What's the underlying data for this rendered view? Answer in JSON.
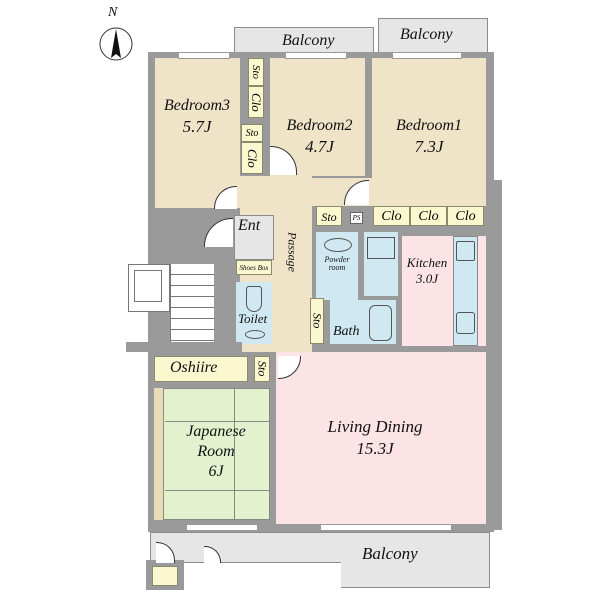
{
  "compass": {
    "label": "N"
  },
  "rooms": {
    "balcony_top_left": {
      "name": "Balcony"
    },
    "balcony_top_right": {
      "name": "Balcony"
    },
    "balcony_bottom": {
      "name": "Balcony"
    },
    "bedroom3": {
      "name": "Bedroom3",
      "size": "5.7J"
    },
    "bedroom2": {
      "name": "Bedroom2",
      "size": "4.7J"
    },
    "bedroom1": {
      "name": "Bedroom1",
      "size": "7.3J"
    },
    "kitchen": {
      "name": "Kitchen",
      "size": "3.0J"
    },
    "living_dining": {
      "name": "Living Dining",
      "size": "15.3J"
    },
    "japanese_room": {
      "name": "Japanese",
      "name2": "Room",
      "size": "6J"
    },
    "entrance": {
      "name": "Ent"
    },
    "shoes_box": {
      "name": "Shoes Box"
    },
    "passage": {
      "name": "Passage"
    },
    "powder_room": {
      "name": "Powder",
      "name2": "room"
    },
    "toilet": {
      "name": "Toilet"
    },
    "bath": {
      "name": "Bath"
    },
    "oshiire": {
      "name": "Oshiire"
    }
  },
  "storage": {
    "sto_1": "Sto",
    "clo_1": "Clo",
    "sto_2": "Sto",
    "clo_2": "Clo",
    "sto_3": "Sto",
    "ps": "PS",
    "clo_3": "Clo",
    "clo_4": "Clo",
    "clo_5": "Clo",
    "sto_4": "Sto",
    "sto_5": "Sto"
  }
}
